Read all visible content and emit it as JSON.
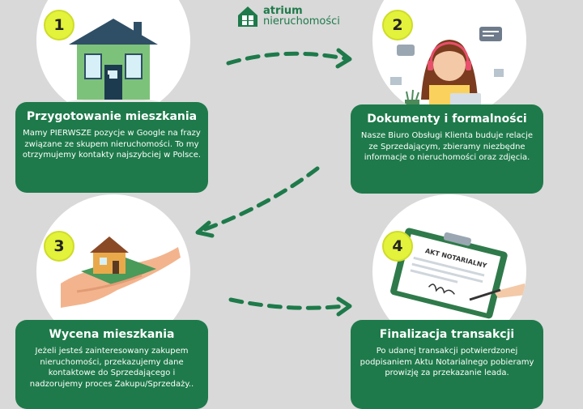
{
  "brand": {
    "name_bold": "atrium",
    "name_rest": "nieruchomości"
  },
  "steps": [
    {
      "number": "1",
      "title": "Przygotowanie mieszkania",
      "text": "Mamy PIERWSZE pozycje w Google na frazy związane ze skupem nieruchomości. To my otrzymujemy kontakty najszybciej w Polsce."
    },
    {
      "number": "2",
      "title": "Dokumenty i formalności",
      "text": "Nasze Biuro Obsługi Klienta buduje relacje ze Sprzedającym, zbieramy niezbędne informacje o nieruchomości oraz zdjęcia."
    },
    {
      "number": "3",
      "title": "Wycena mieszkania",
      "text": "Jeżeli jesteś zainteresowany zakupem nieruchomości, przekazujemy dane kontaktowe do Sprzedającego i nadzorujemy proces Zakupu/Sprzedaży.."
    },
    {
      "number": "4",
      "title": "Finalizacja transakcji",
      "text": "Po udanej transakcji potwierdzonej podpisaniem Aktu Notarialnego pobieramy prowizję za przekazanie leada."
    }
  ],
  "document_label": "AKT NOTARIALNY",
  "colors": {
    "green": "#1e7a4a",
    "badge": "#e3f23a",
    "background": "#d9d9d9"
  }
}
